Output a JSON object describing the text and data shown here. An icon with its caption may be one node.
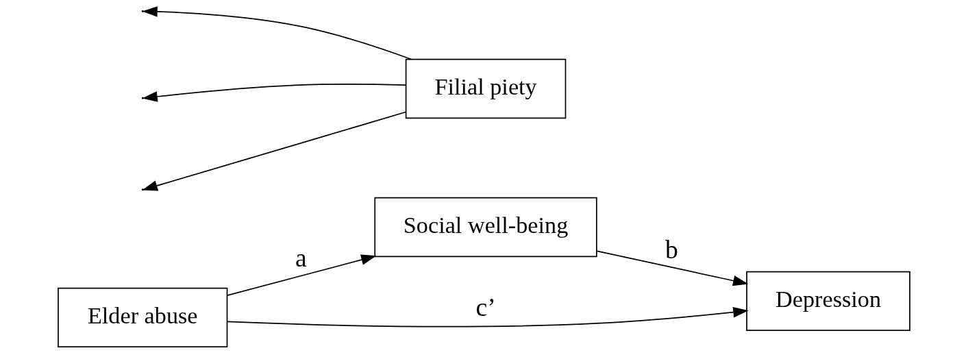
{
  "diagram": {
    "nodes": [
      {
        "text": [
          "Social well-being"
        ]
      },
      {
        "text": [
          "Elder abuse"
        ]
      },
      {
        "text": [
          "Depression"
        ]
      },
      {
        "text": [
          "Filial piety"
        ]
      }
    ],
    "edges": [
      {
        "from": 1,
        "to": 0,
        "arrow": "to",
        "label": "a"
      },
      {
        "from": 0,
        "to": 2,
        "arrow": "to",
        "label": "b"
      },
      {
        "from": 1,
        "to": 2,
        "arrow": "to",
        "label": "c’"
      },
      {
        "from": 3,
        "to": null,
        "arrow": "to"
      },
      {
        "from": 3,
        "to": null,
        "arrow": "to"
      },
      {
        "from": 3,
        "to": null,
        "arrow": "to"
      }
    ]
  }
}
